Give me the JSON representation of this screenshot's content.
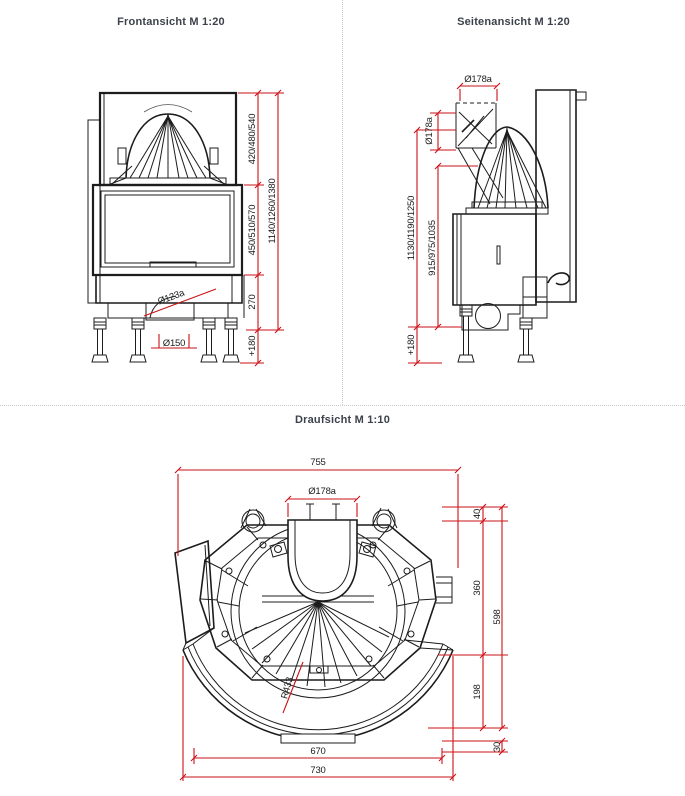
{
  "titles": {
    "front": "Frontansicht M 1:20",
    "side": "Seitenansicht M 1:20",
    "top": "Draufsicht M 1:10"
  },
  "front_dims": {
    "upper_section": "420/480/540",
    "door_section": "450/510/570",
    "base_section": "270",
    "leg_adjust": "+180",
    "total_height": "1140/1260/1380",
    "air_spigot": "Ø123a",
    "floor_air": "Ø150"
  },
  "side_dims": {
    "flue_top": "Ø178a",
    "flue_rear": "Ø178a",
    "total_height": "1130/1190/1250",
    "body_height": "915/975/1035",
    "leg_adjust": "+180"
  },
  "top_dims": {
    "total_width": "755",
    "flue": "Ø178a",
    "back_gap": "40",
    "mid_depth": "360",
    "total_depth": "598",
    "front_depth": "198",
    "front_lip": "30",
    "inner_front_width": "670",
    "front_width": "730",
    "glass_radius": "R433"
  },
  "colors": {
    "dimension_line": "#cb1218",
    "linework": "#1c1c1c",
    "title_text": "#3c424b",
    "divider": "#c9c9c9",
    "background": "#ffffff"
  }
}
